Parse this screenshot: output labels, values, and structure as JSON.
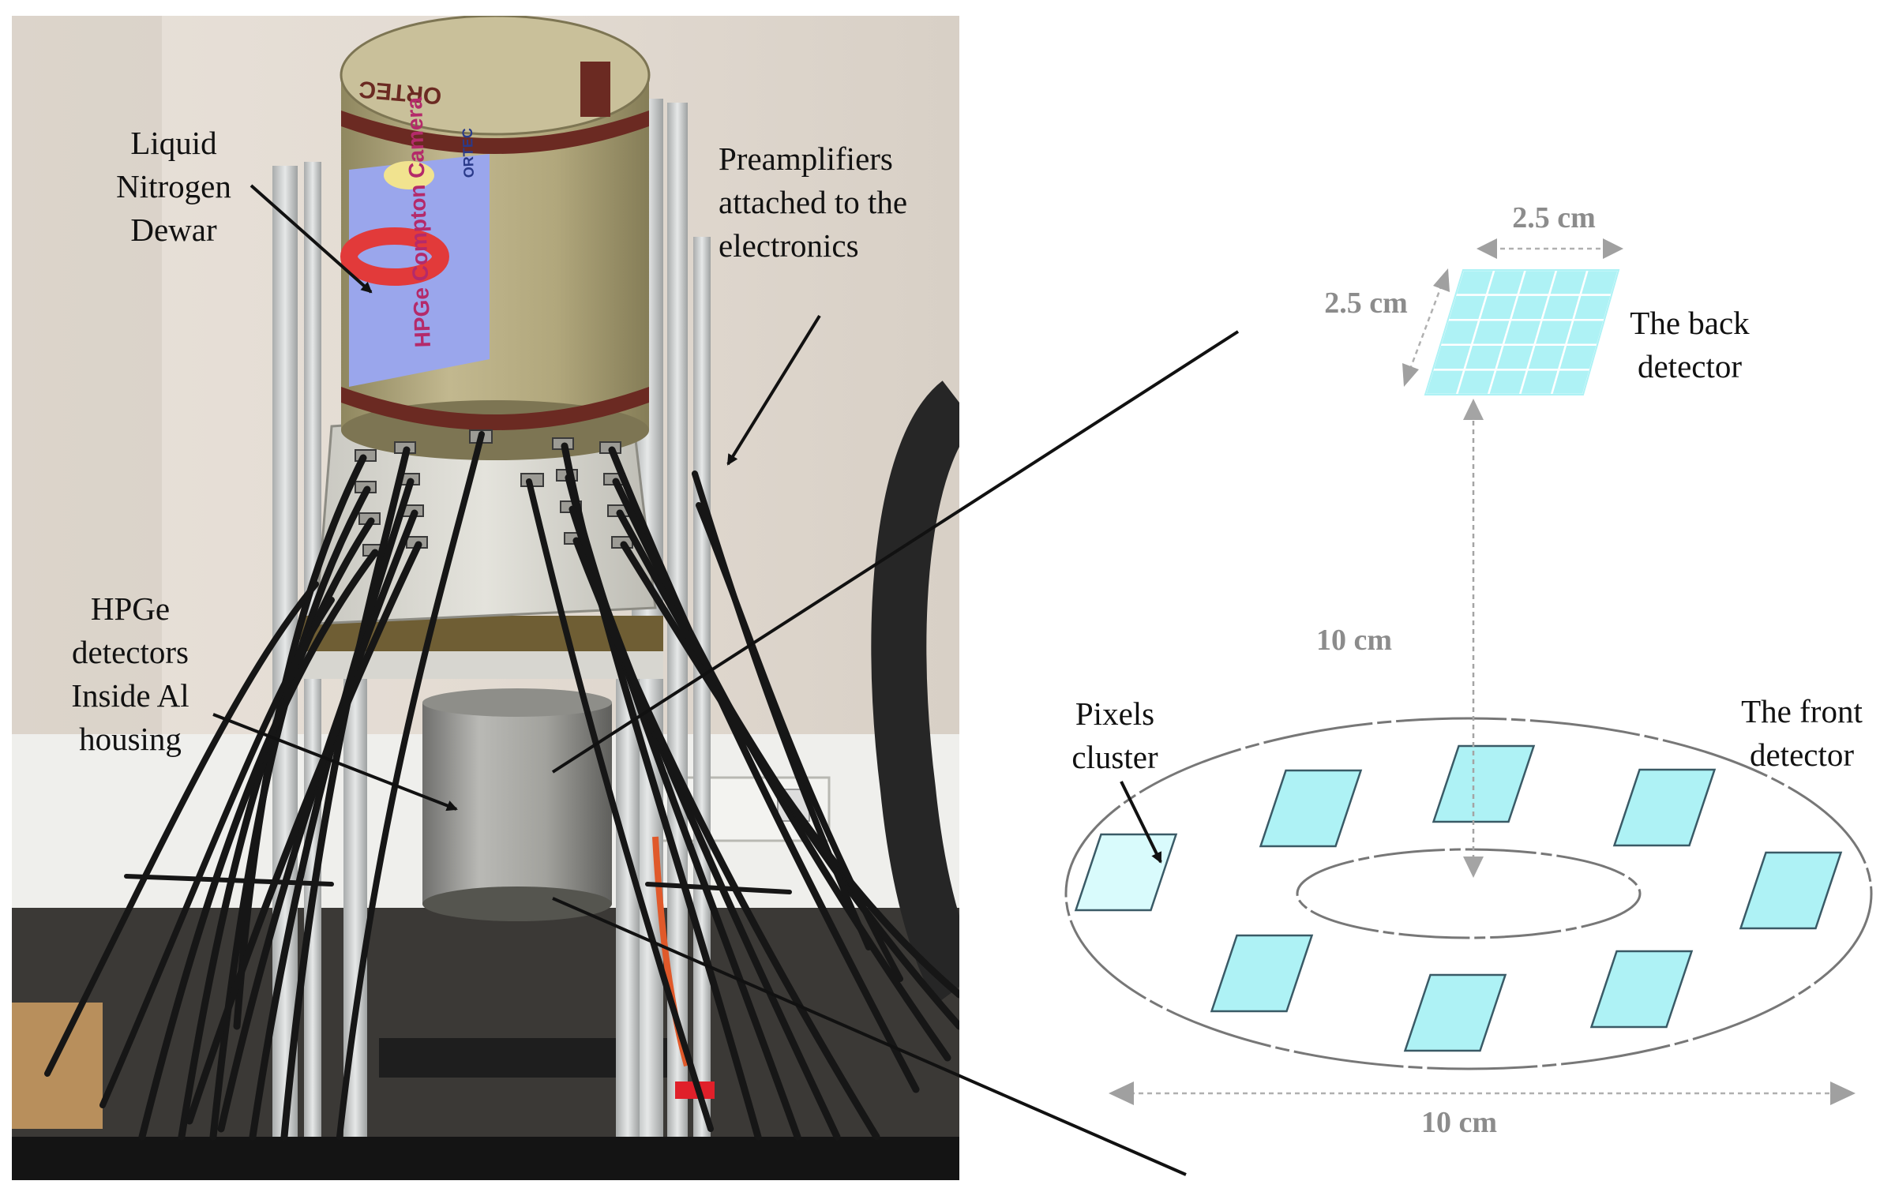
{
  "photo_labels": {
    "dewar": [
      "Liquid",
      "Nitrogen",
      "Dewar"
    ],
    "preamps": [
      "Preamplifiers",
      "attached to the",
      "electronics"
    ],
    "hpge": [
      "HPGe",
      "detectors",
      "Inside Al",
      "housing"
    ]
  },
  "camera_markings": {
    "brand_top": "ORTEC",
    "brand_side": "ORTEC",
    "poster_title": "HPGe Compton Camera"
  },
  "diagram": {
    "back_detector_label": [
      "The back",
      "detector"
    ],
    "front_detector_label": [
      "The front",
      "detector"
    ],
    "pixels_cluster_label": [
      "Pixels",
      "cluster"
    ],
    "back_width": "2.5 cm",
    "back_depth": "2.5 cm",
    "separation": "10 cm",
    "front_width": "10 cm",
    "back_grid": {
      "rows": 5,
      "cols": 5
    },
    "front_pixel_count": 8
  },
  "colors": {
    "pixel_fill": "#aef2f5",
    "pixel_fill_light": "#d9fbfc",
    "pixel_stroke": "#3a5a66",
    "dimension_gray": "#9a9a9a",
    "dewar_body": "#b7ad84",
    "dewar_stripe": "#6b2a22",
    "poster_blue": "#9aa6ec"
  }
}
